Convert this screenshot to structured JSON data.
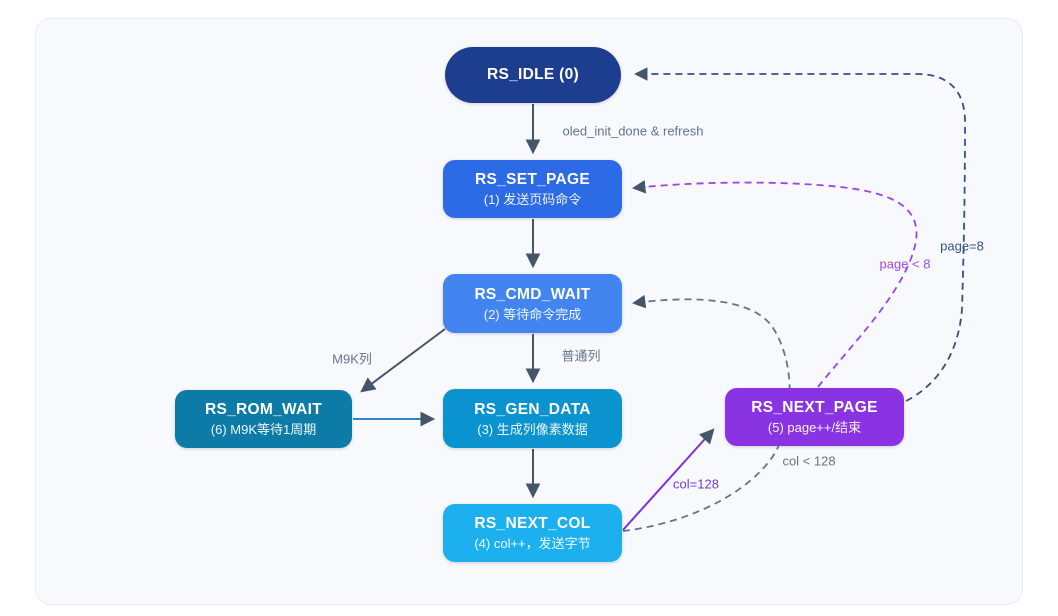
{
  "diagram": {
    "type": "state-machine",
    "background": "#ffffff",
    "card_background": "#f8f9fc",
    "card_border": "#e9ecf3"
  },
  "colors": {
    "arrowhead": "#475569",
    "solid_edge": "#475569",
    "blue_edge": "#2e86c9",
    "purple_solid_edge": "#7e2ee0",
    "gray_dashed_edge": "#64748b",
    "purple_dashed_edge": "#9b45e8",
    "navy_dashed_edge": "#35508c"
  },
  "nodes": {
    "idle": {
      "title": "RS_IDLE (0)",
      "subtitle": "",
      "color": "#1d3d8f"
    },
    "set_page": {
      "title": "RS_SET_PAGE",
      "subtitle": "(1) 发送页码命令",
      "color": "#2c6ae6"
    },
    "cmd_wait": {
      "title": "RS_CMD_WAIT",
      "subtitle": "(2) 等待命令完成",
      "color": "#4285f0"
    },
    "rom_wait": {
      "title": "RS_ROM_WAIT",
      "subtitle": "(6) M9K等待1周期",
      "color": "#0d7ba8"
    },
    "gen_data": {
      "title": "RS_GEN_DATA",
      "subtitle": "(3) 生成列像素数据",
      "color": "#0a93cf"
    },
    "next_col": {
      "title": "RS_NEXT_COL",
      "subtitle": "(4) col++，发送字节",
      "color": "#1cb0ef"
    },
    "next_page": {
      "title": "RS_NEXT_PAGE",
      "subtitle": "(5) page++/结束",
      "color": "#8a33e2"
    }
  },
  "edges": {
    "idle_to_setpage": {
      "label": "oled_init_done & refresh",
      "style": "solid",
      "color": "#475569",
      "label_color": "#64748b"
    },
    "setpage_to_cmdwait": {
      "label": "",
      "style": "solid",
      "color": "#475569",
      "label_color": "#64748b"
    },
    "cmdwait_to_gendata": {
      "label": "普通列",
      "style": "solid",
      "color": "#475569",
      "label_color": "#64748b"
    },
    "cmdwait_to_romwait": {
      "label": "M9K列",
      "style": "solid",
      "color": "#475569",
      "label_color": "#64748b"
    },
    "romwait_to_gendata": {
      "label": "",
      "style": "solid",
      "color": "#2e86c9",
      "label_color": "#64748b"
    },
    "gendata_to_nextcol": {
      "label": "",
      "style": "solid",
      "color": "#475569",
      "label_color": "#64748b"
    },
    "nextcol_to_nextpage": {
      "label": "col=128",
      "style": "solid",
      "color": "#7e2ee0",
      "label_color": "#6d3fd4"
    },
    "nextcol_to_cmdwait": {
      "label": "col < 128",
      "style": "dashed",
      "color": "#64748b",
      "label_color": "#64748b"
    },
    "nextpage_to_setpage": {
      "label": "page < 8",
      "style": "dashed",
      "color": "#9b45e8",
      "label_color": "#a04ae0"
    },
    "nextpage_to_idle": {
      "label": "page=8",
      "style": "dashed",
      "color": "#35508c",
      "label_color": "#35527f"
    }
  }
}
